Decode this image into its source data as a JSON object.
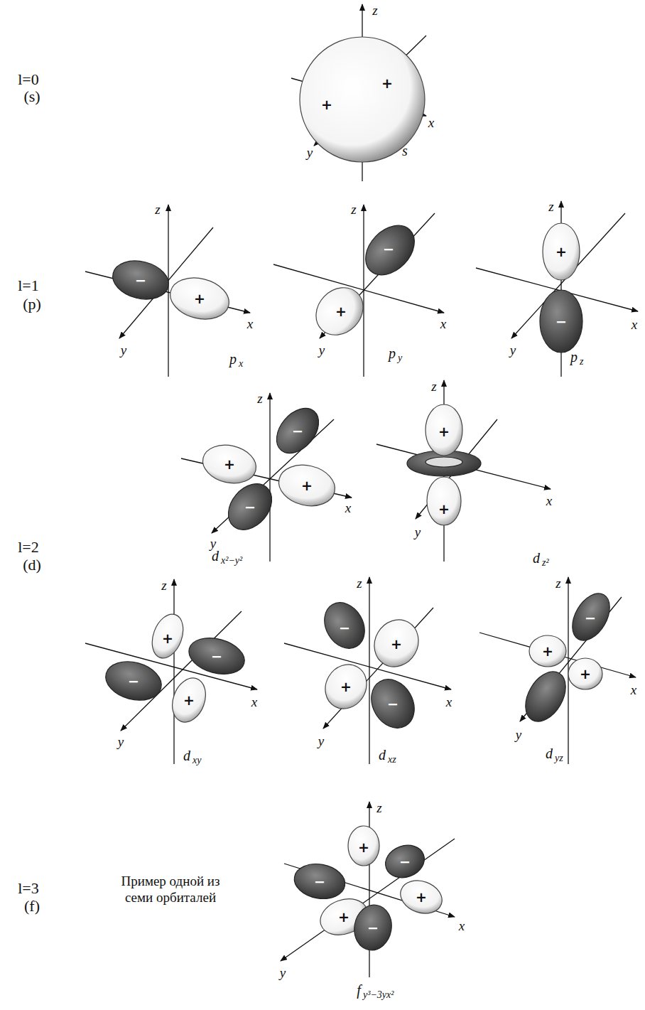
{
  "diagram": {
    "labels": [
      "l=0",
      "(s)",
      "z",
      "x",
      "y",
      "+",
      "+",
      "s",
      "l=1",
      "(p)",
      "z",
      "x",
      "y",
      "−",
      "+",
      "p",
      "x",
      "z",
      "x",
      "y",
      "−",
      "+",
      "p",
      "y",
      "z",
      "x",
      "y",
      "+",
      "−",
      "p",
      "z",
      "l=2",
      "(d)",
      "z",
      "x",
      "y",
      "+",
      "−",
      "+",
      "−",
      "d",
      "x²−y²",
      "z",
      "x",
      "y",
      "+",
      "+",
      "d",
      "z²",
      "z",
      "x",
      "y",
      "+",
      "−",
      "−",
      "+",
      "d",
      "xy",
      "z",
      "x",
      "y",
      "−",
      "+",
      "+",
      "−",
      "d",
      "xz",
      "z",
      "x",
      "y",
      "−",
      "+",
      "+",
      "d",
      "yz",
      "l=3",
      "(f)",
      "Пример одной из семи орбиталей",
      "z",
      "x",
      "y",
      "−",
      "+",
      "−",
      "+",
      "+",
      "−",
      "f",
      "y³−3yx²"
    ]
  }
}
